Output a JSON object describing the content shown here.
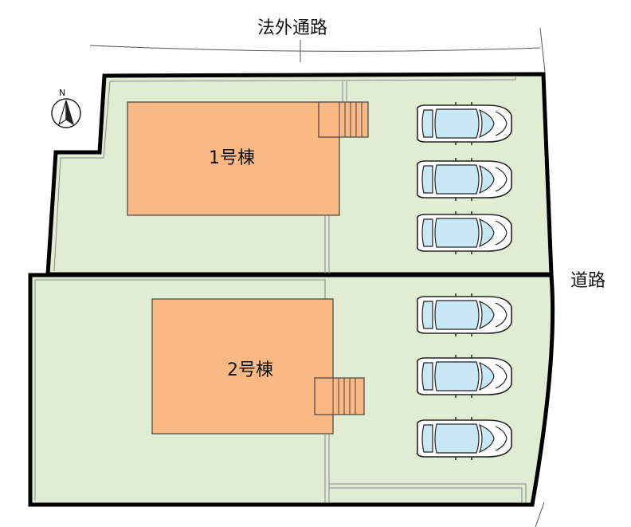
{
  "labels": {
    "external_road": "法外通路",
    "road": "道路",
    "north_mark": "N",
    "building1": "1号棟",
    "building2": "2号棟"
  },
  "parking": {
    "lot1_spaces": 3,
    "lot2_spaces": 3
  },
  "colors": {
    "lot": "#e1edd3",
    "building": "#f9b884",
    "boundary": "#000000",
    "car_glass": "#c8e8f6",
    "car_body": "#ffffff"
  },
  "icons": {
    "north": "north-arrow-icon",
    "car": "car-icon",
    "stairs": "stairs-icon"
  }
}
